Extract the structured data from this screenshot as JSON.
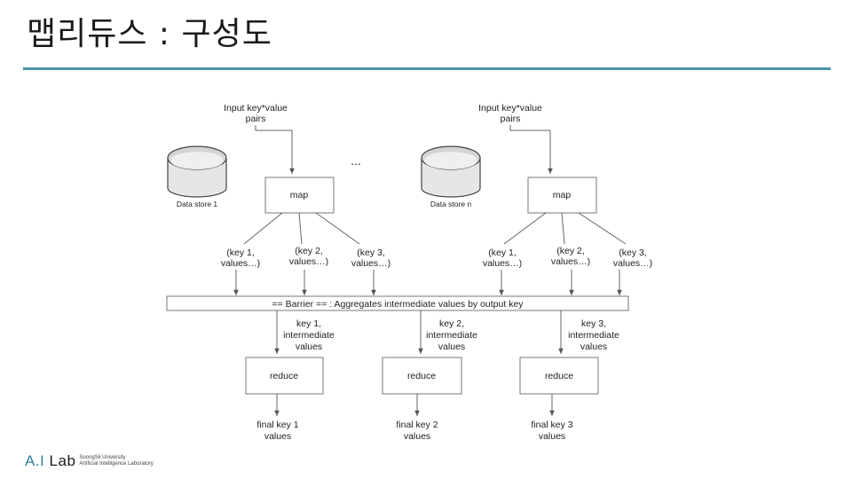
{
  "title": "맵리듀스 : 구성도",
  "diagram": {
    "inputs": [
      {
        "label_line1": "Input key*value",
        "label_line2": "pairs",
        "store": "Data store 1"
      },
      {
        "label_line1": "Input key*value",
        "label_line2": "pairs",
        "store": "Data store n"
      }
    ],
    "ellipsis": "...",
    "map_label": "map",
    "map_outputs": [
      {
        "line1": "(key 1,",
        "line2": "values…)"
      },
      {
        "line1": "(key 2,",
        "line2": "values…)"
      },
      {
        "line1": "(key 3,",
        "line2": "values…)"
      },
      {
        "line1": "(key 1,",
        "line2": "values…)"
      },
      {
        "line1": "(key 2,",
        "line2": "values…)"
      },
      {
        "line1": "(key 3,",
        "line2": "values…)"
      }
    ],
    "barrier": "== Barrier == : Aggregates intermediate values by output key",
    "intermediates": [
      {
        "line1": "key 1,",
        "line2": "intermediate",
        "line3": "values"
      },
      {
        "line1": "key 2,",
        "line2": "intermediate",
        "line3": "values"
      },
      {
        "line1": "key 3,",
        "line2": "intermediate",
        "line3": "values"
      }
    ],
    "reduce_label": "reduce",
    "finals": [
      {
        "line1": "final key 1",
        "line2": "values"
      },
      {
        "line1": "final key 2",
        "line2": "values"
      },
      {
        "line1": "final key 3",
        "line2": "values"
      }
    ]
  },
  "footer": {
    "logo_a": "A.I",
    "logo_b": "Lab",
    "sub1": "SoongSil University",
    "sub2": "Artificial Intelligence Laboratory"
  }
}
